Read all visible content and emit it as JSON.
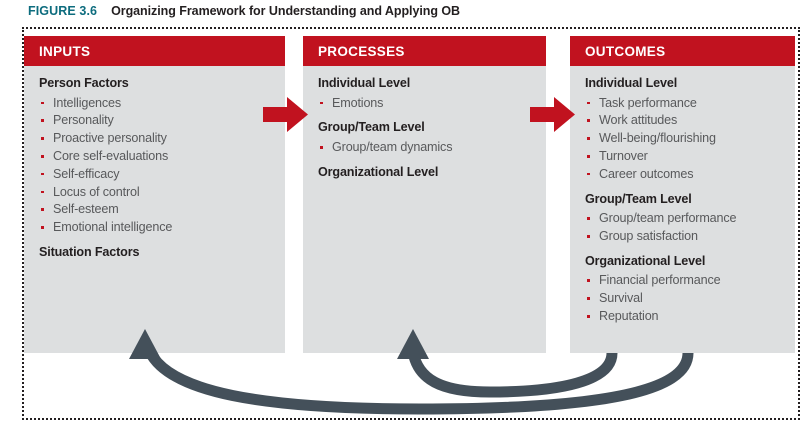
{
  "figure": {
    "number": "FIGURE 3.6",
    "title": "Organizing Framework for Understanding and Applying OB"
  },
  "colors": {
    "header_red": "#C1121F",
    "panel_gray": "#DDDFE0",
    "bullet_red": "#C1121F",
    "heading_black": "#231F20",
    "body_gray": "#58595B",
    "feedback_arrow": "#44505A",
    "figure_number_teal": "#0D6C7E"
  },
  "columns": [
    {
      "id": "inputs",
      "header": "INPUTS",
      "groups": [
        {
          "heading": "Person Factors",
          "items": [
            "Intelligences",
            "Personality",
            "Proactive personality",
            "Core self-evaluations",
            "Self-efficacy",
            "Locus of control",
            "Self-esteem",
            "Emotional intelligence"
          ]
        },
        {
          "heading": "Situation Factors",
          "items": []
        }
      ]
    },
    {
      "id": "processes",
      "header": "PROCESSES",
      "groups": [
        {
          "heading": "Individual Level",
          "items": [
            "Emotions"
          ]
        },
        {
          "heading": "Group/Team Level",
          "items": [
            "Group/team dynamics"
          ]
        },
        {
          "heading": "Organizational Level",
          "items": []
        }
      ]
    },
    {
      "id": "outcomes",
      "header": "OUTCOMES",
      "groups": [
        {
          "heading": "Individual Level",
          "items": [
            "Task performance",
            "Work attitudes",
            "Well-being/flourishing",
            "Turnover",
            "Career outcomes"
          ]
        },
        {
          "heading": "Group/Team Level",
          "items": [
            "Group/team performance",
            "Group satisfaction"
          ]
        },
        {
          "heading": "Organizational Level",
          "items": [
            "Financial performance",
            "Survival",
            "Reputation"
          ]
        }
      ]
    }
  ],
  "connectors": {
    "inputs_to_processes": "right-arrow-icon",
    "processes_to_outcomes": "right-arrow-icon",
    "feedback_outcomes_to_inputs": "curved-feedback-arrow-icon",
    "feedback_outcomes_to_processes": "curved-feedback-arrow-icon"
  },
  "footer": {
    "credit": ""
  }
}
